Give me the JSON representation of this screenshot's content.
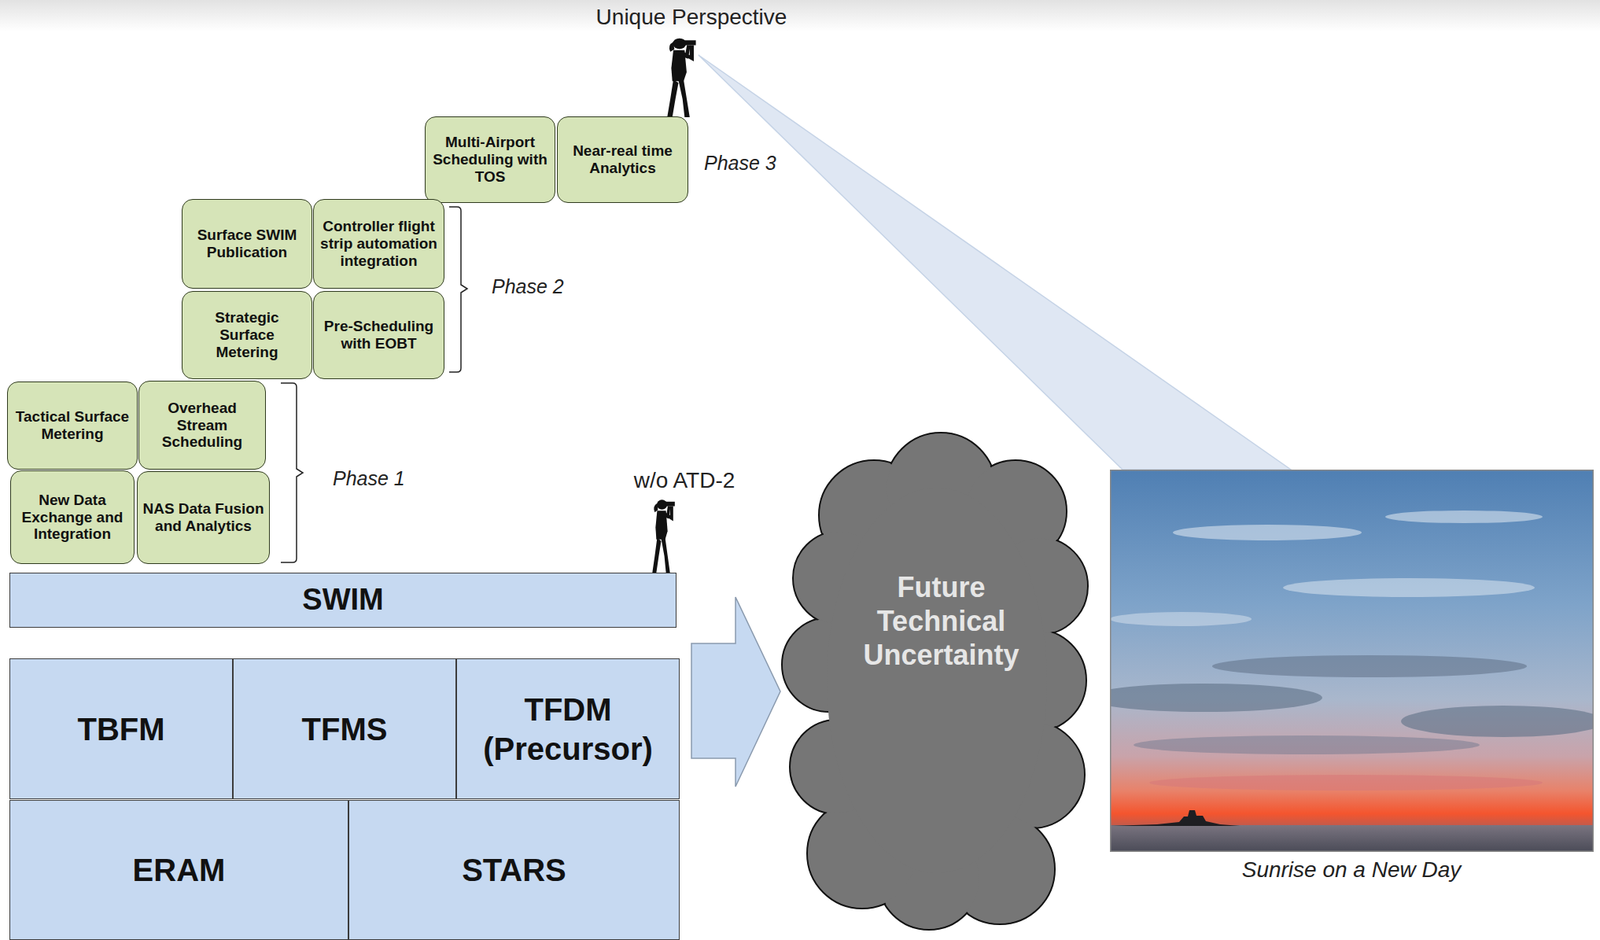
{
  "diagram": {
    "nodes": [
      {
        "text": [
          "Multi-Airport Scheduling with TOS"
        ]
      },
      {
        "text": [
          "Near-real time Analytics"
        ]
      },
      {
        "text": [
          "Surface SWIM Publication"
        ]
      },
      {
        "text": [
          "Controller flight strip automation integration"
        ]
      },
      {
        "text": [
          "Strategic Surface Metering"
        ]
      },
      {
        "text": [
          "Pre-Scheduling with EOBT"
        ]
      },
      {
        "text": [
          "Tactical Surface Metering"
        ]
      },
      {
        "text": [
          "Overhead Stream Scheduling"
        ]
      },
      {
        "text": [
          "New Data Exchange and Integration"
        ]
      },
      {
        "text": [
          "NAS Data Fusion and Analytics"
        ]
      },
      {
        "text": [
          "SWIM"
        ]
      },
      {
        "text": [
          "TBFM"
        ]
      },
      {
        "text": [
          "TFMS"
        ]
      },
      {
        "text": [
          "TFDM (Precursor)"
        ]
      },
      {
        "text": [
          "ERAM"
        ]
      },
      {
        "text": [
          "STARS"
        ]
      },
      {
        "text": [
          "Future Technical Uncertainty"
        ]
      }
    ],
    "labels": [
      "Unique Perspective",
      "Phase 3",
      "Phase 2",
      "Phase 1",
      "w/o ATD-2",
      "Sunrise on a New Day"
    ]
  }
}
